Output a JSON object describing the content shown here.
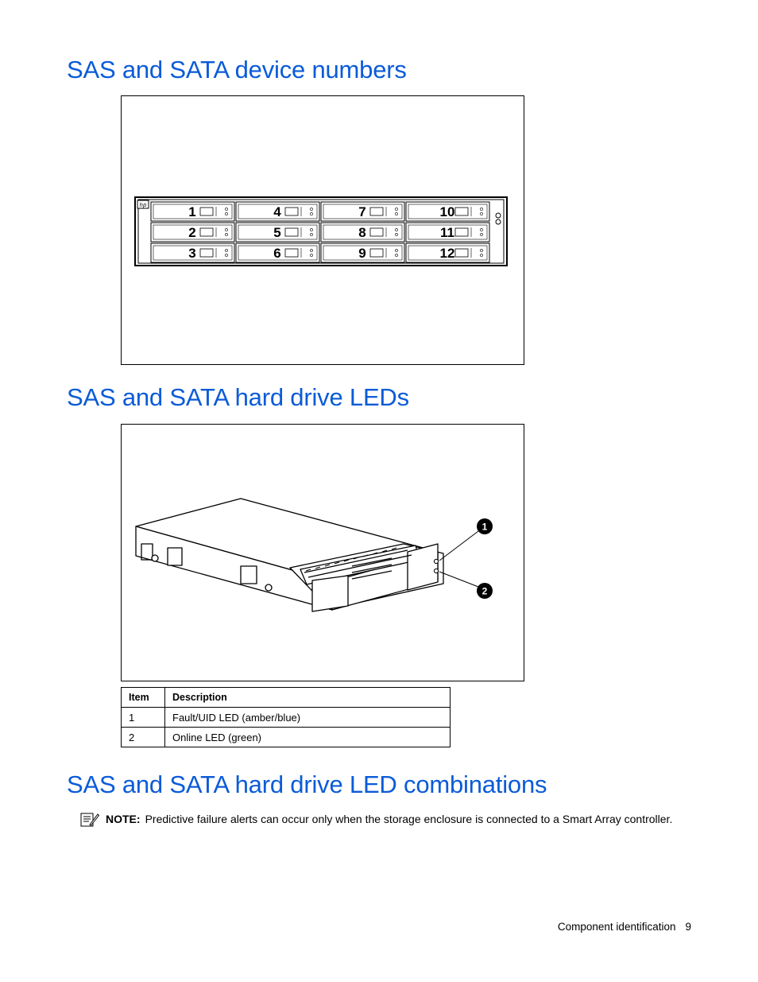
{
  "sections": [
    {
      "title": "SAS and SATA device numbers"
    },
    {
      "title": "SAS and SATA hard drive LEDs"
    },
    {
      "title": "SAS and SATA hard drive LED combinations"
    }
  ],
  "figure1": {
    "bay_numbers": [
      "1",
      "2",
      "3",
      "4",
      "5",
      "6",
      "7",
      "8",
      "9",
      "10",
      "11",
      "12"
    ]
  },
  "figure2": {
    "callouts": [
      "1",
      "2"
    ]
  },
  "table": {
    "headers": [
      "Item",
      "Description"
    ],
    "rows": [
      {
        "item": "1",
        "description": "Fault/UID LED (amber/blue)"
      },
      {
        "item": "2",
        "description": "Online LED (green)"
      }
    ]
  },
  "note": {
    "label": "NOTE:",
    "text": "Predictive failure alerts can occur only when the storage enclosure is connected to a Smart Array controller."
  },
  "footer": {
    "section": "Component identification",
    "page": "9"
  },
  "colors": {
    "heading": "#0a5bd8"
  },
  "icons": [
    "note-icon",
    "hp-logo-icon"
  ]
}
